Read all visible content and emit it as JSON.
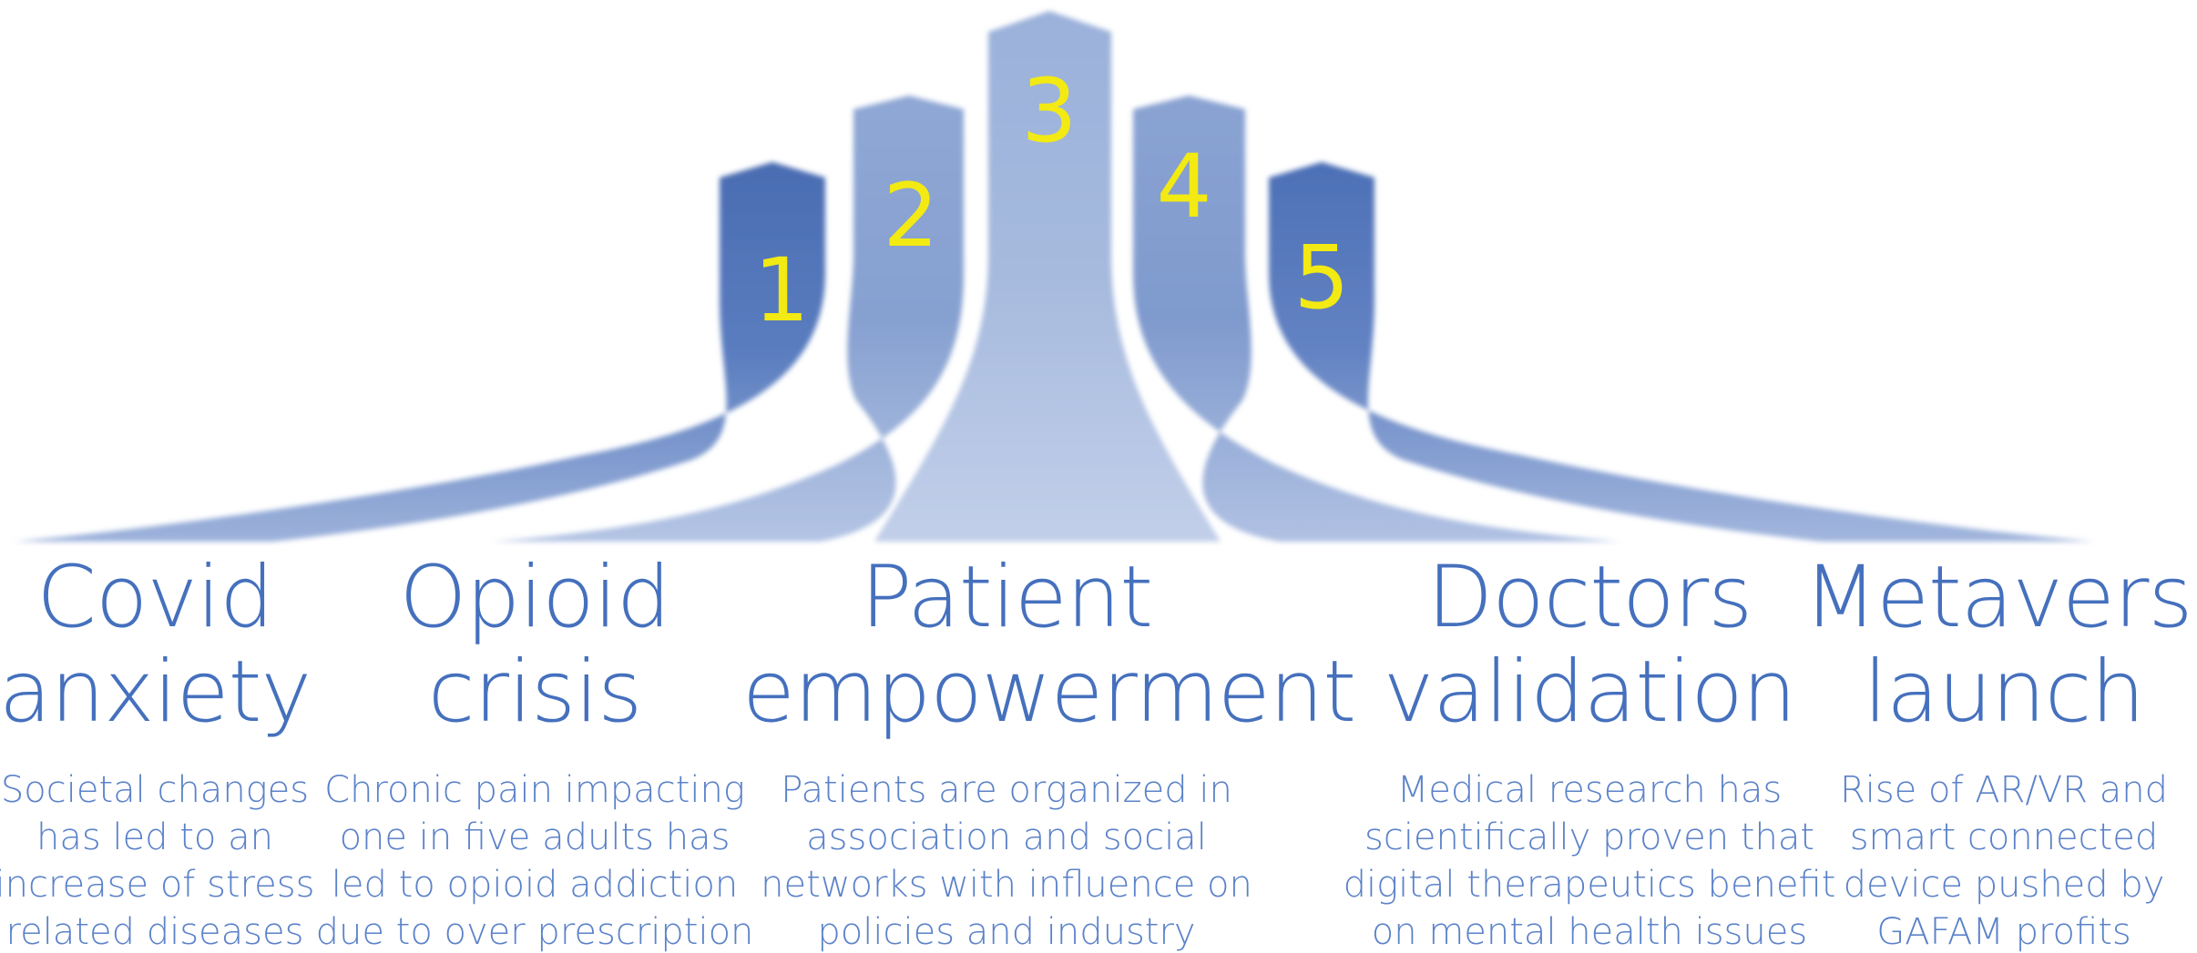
{
  "steps": [
    {
      "number": "1",
      "title_lines": [
        "Covid",
        "anxiety"
      ],
      "desc_lines": [
        "Societal changes",
        "has led to an",
        "increase of stress",
        "related diseases"
      ]
    },
    {
      "number": "2",
      "title_lines": [
        "Opioid",
        "crisis"
      ],
      "desc_lines": [
        "Chronic pain impacting",
        "one in five adults has",
        "led to opioid addiction",
        "due to over prescription"
      ]
    },
    {
      "number": "3",
      "title_lines": [
        "Patient",
        "empowerment"
      ],
      "desc_lines": [
        "Patients are organized in",
        "association and social",
        "networks with influence on",
        "policies and industry"
      ]
    },
    {
      "number": "4",
      "title_lines": [
        "Doctors",
        "validation"
      ],
      "desc_lines": [
        "Medical research has",
        "scientifically proven that",
        "digital therapeutics benefit",
        "on mental health issues"
      ]
    },
    {
      "number": "5",
      "title_lines": [
        "Metaverse",
        "launch"
      ],
      "desc_lines": [
        "Rise of AR/VR and",
        "smart connected",
        "device pushed by",
        "GAFAM profits"
      ]
    }
  ],
  "colors": {
    "title": "#4570bd",
    "description": "#5b82c9",
    "number": "#f2ea12",
    "arrow_dark": "#4a6fb5",
    "arrow_light": "#a9bde0"
  }
}
